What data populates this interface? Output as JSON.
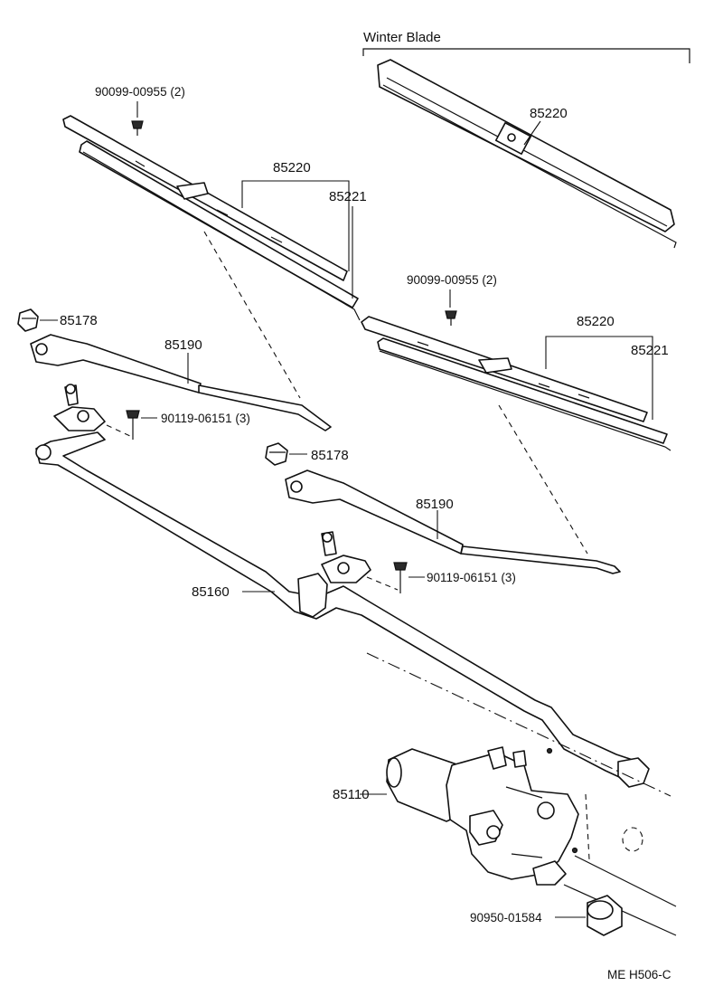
{
  "diagram": {
    "section_label": "Winter Blade",
    "drawing_code": "ME H506-C",
    "parts": {
      "winter_blade": "85220",
      "screw_left": "90099-00955 (2)",
      "blade_left_assy": "85220",
      "blade_left_rubber": "85221",
      "cap_left": "85178",
      "arm_left": "85190",
      "bolt_left": "90119-06151 (3)",
      "screw_right": "90099-00955 (2)",
      "blade_right_assy": "85220",
      "blade_right_rubber": "85221",
      "cap_right": "85178",
      "arm_right": "85190",
      "bolt_right": "90119-06151 (3)",
      "link_rod": "85160",
      "motor": "85110",
      "grommet": "90950-01584"
    }
  }
}
